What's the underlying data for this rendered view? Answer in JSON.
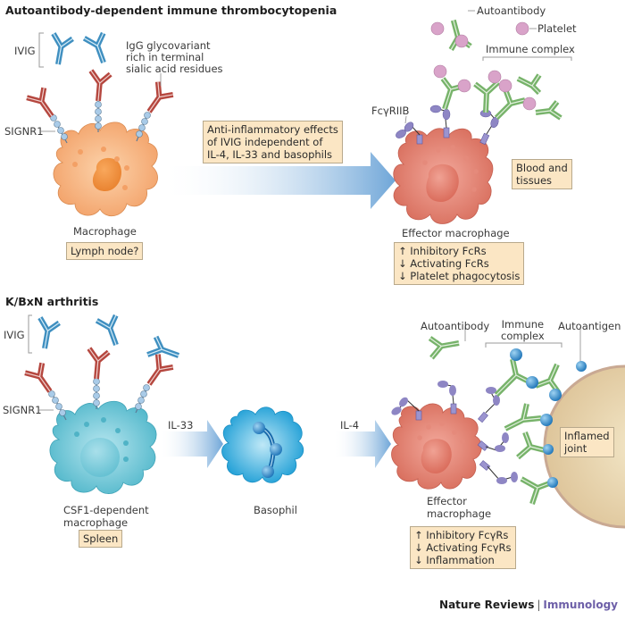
{
  "panel_top": {
    "title": "Autoantibody-dependent immune thrombocytopenia",
    "ivig_label": "IVIG",
    "igg_label_lines": [
      "IgG glycovariant",
      "rich in terminal",
      "sialic acid residues"
    ],
    "signr1_label": "SIGNR1",
    "macrophage_label": "Macrophage",
    "location_box": "Lymph node?",
    "arrow_box_lines": [
      "Anti-inflammatory effects",
      "of IVIG independent of",
      "IL-4, IL-33 and basophils"
    ],
    "legend_autoantibody": "Autoantibody",
    "legend_platelet": "Platelet",
    "immune_complex_label": "Immune complex",
    "fcgriib_label": "FcγRIIB",
    "effector_label": "Effector macrophage",
    "site_box_lines": [
      "Blood and",
      "tissues"
    ],
    "effects_box_lines": [
      "↑ Inhibitory FcRs",
      "↓ Activating FcRs",
      "↓ Platelet phagocytosis"
    ]
  },
  "panel_bottom": {
    "title": "K/BxN arthritis",
    "ivig_label": "IVIG",
    "signr1_label": "SIGNR1",
    "macrophage_label_lines": [
      "CSF1-dependent",
      "macrophage"
    ],
    "location_box": "Spleen",
    "arrow1_label": "IL-33",
    "basophil_label": "Basophil",
    "arrow2_label": "IL-4",
    "autoantibody_label": "Autoantibody",
    "immune_complex_label_lines": [
      "Immune",
      "complex"
    ],
    "autoantigen_label": "Autoantigen",
    "joint_box_lines": [
      "Inflamed",
      "joint"
    ],
    "effector_label_lines": [
      "Effector",
      "macrophage"
    ],
    "effects_box_lines": [
      "↑ Inhibitory FcγRs",
      "↓ Activating FcγRs",
      "↓ Inflammation"
    ]
  },
  "footer": {
    "publisher": "Nature Reviews",
    "separator": "|",
    "journal": "Immunology"
  },
  "colors": {
    "ivig_blue": "#3f8fc0",
    "sialylated_red": "#b5473f",
    "autoantibody_green": "#77b36a",
    "platelet_pink": "#d9a3c9",
    "receptor_purple": "#8e86c4",
    "macrophage_orange": "#f6b27e",
    "macrophage_cyan": "#6cc6d6",
    "basophil_blue": "#29a9dc",
    "effector_red": "#e07f70",
    "antigen_blue": "#2e8fcf",
    "joint_tan": "#ead9b4",
    "box_fill": "#fbe6c4",
    "arrow_blue": "#7aaedb"
  }
}
